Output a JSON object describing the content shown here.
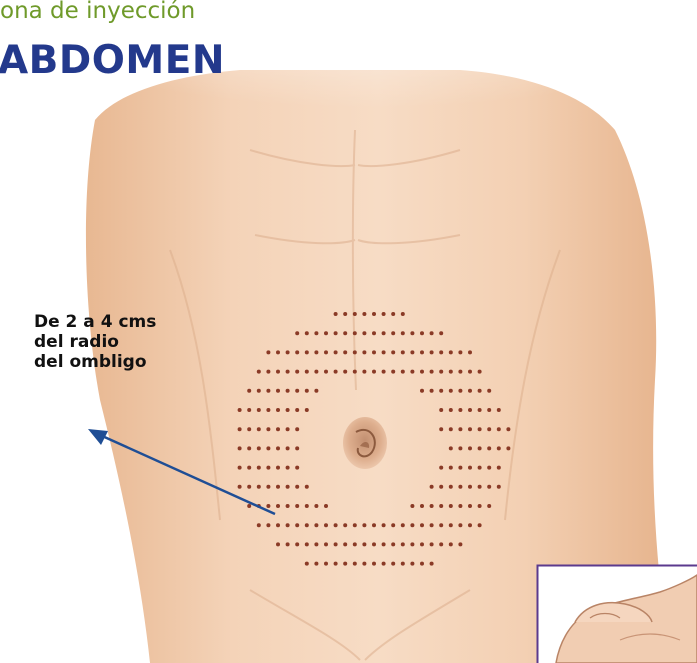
{
  "header": {
    "subtitle": "ona de inyección",
    "title": "ABDOMEN"
  },
  "annotation": {
    "lines": [
      "De 2 a 4 cms",
      "del radio",
      "del ombligo"
    ]
  },
  "colors": {
    "subtitle": "#6f9a2a",
    "title": "#23398c",
    "arrow": "#1f4e95",
    "dots": "#8a3a26",
    "skin": "#efc9a9",
    "inset_border": "#5b3a8e"
  },
  "icons": [
    "navel-illustration",
    "pinching-hand-illustration",
    "pointer-arrow"
  ]
}
